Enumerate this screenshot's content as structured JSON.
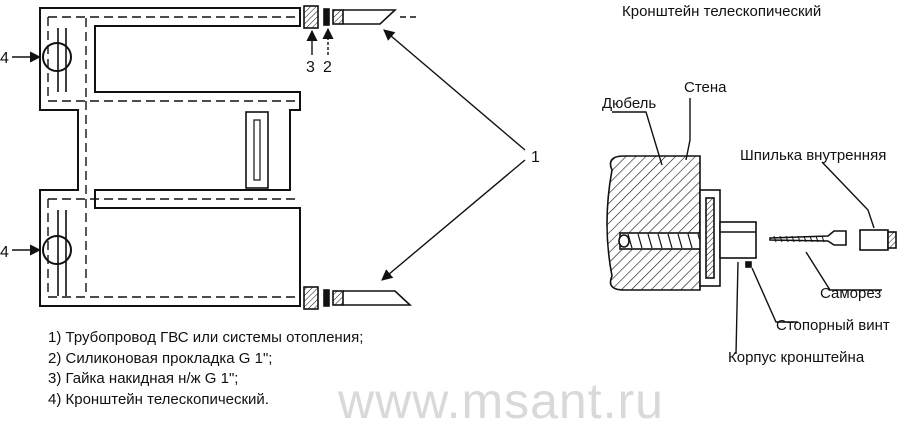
{
  "colors": {
    "ink": "#111111",
    "watermark": "#d9d9d9",
    "background": "#ffffff"
  },
  "left_diagram": {
    "callouts": {
      "item_3": "3",
      "item_2": "2",
      "item_1": "1",
      "item_4_top": "4",
      "item_4_bottom": "4"
    }
  },
  "right_diagram": {
    "title": "Кронштейн телескопический",
    "labels": {
      "wall": "Стена",
      "dowel": "Дюбель",
      "stud": "Шпилька внутренняя",
      "screw": "Саморез",
      "set_screw": "Стопорный винт",
      "body": "Корпус кронштейна"
    }
  },
  "legend": [
    "1) Трубопровод ГВС или системы отопления;",
    "2) Силиконовая прокладка G 1\";",
    "3) Гайка накидная н/ж G 1\";",
    "4) Кронштейн телескопический."
  ],
  "watermark": "www.msant.ru"
}
